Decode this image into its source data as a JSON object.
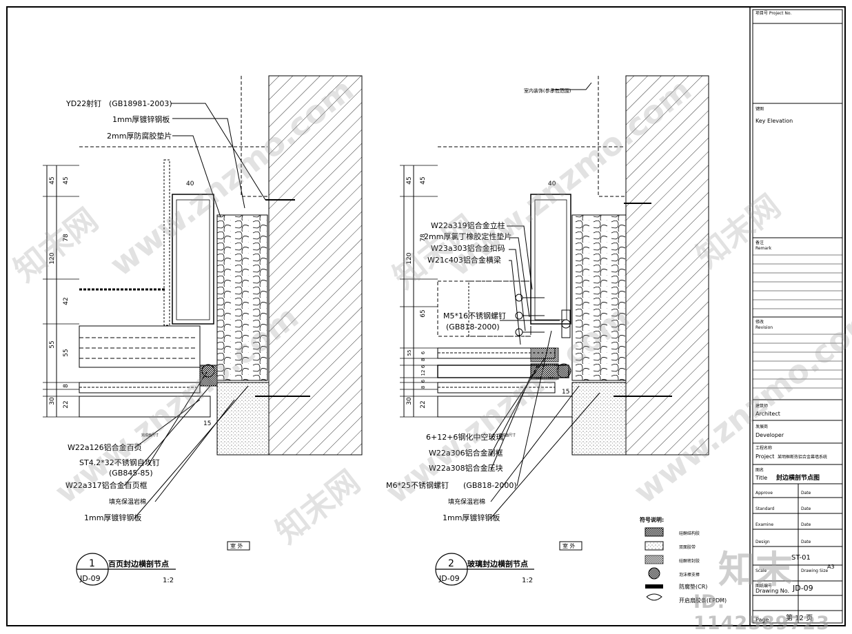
{
  "left_detail": {
    "dims_left": [
      "45",
      "45",
      "78",
      "120",
      "42",
      "55",
      "55",
      "8",
      "30",
      "22"
    ],
    "dim_top": "40",
    "dim_bottom": "15",
    "labels_top": [
      "YD22射钉",
      "(GB18981-2003)",
      "1mm厚镀锌钢板",
      "2mm厚防腐胶垫片"
    ],
    "labels_bottom": [
      "W22a126铝合金百页",
      "ST4.2*32不锈钢自攻钉",
      "(GB845-85)",
      "W22a317铝合金百页框",
      "填充保温岩棉",
      "1mm厚镀锌钢板"
    ],
    "floor_label": "完成面尺寸",
    "outdoor": "室 外",
    "section_no": "1",
    "sheet_ref": "JD-09",
    "title": "百页封边横剖节点",
    "scale": "1:2"
  },
  "right_detail": {
    "dims_left": [
      "45",
      "45",
      "78",
      "120",
      "65",
      "55",
      "6",
      "8",
      "6",
      "12",
      "6",
      "8",
      "30",
      "22"
    ],
    "dim_top": "40",
    "dim_bottom": "15",
    "label_top_right": "室内装饰(参承包范围)",
    "labels_mid": [
      "W22a319铝合金立柱",
      "2mm厚氯丁橡胶定性垫片",
      "W23a303铝合金扣码",
      "W21c403铝合金横梁",
      "M5*16不锈钢螺钉",
      "(GB818-2000)"
    ],
    "labels_bottom": [
      "6+12+6钢化中空玻璃",
      "W22a306铝合金副框",
      "W22a308铝合金压块",
      "(GB818-2000)",
      "填充保温岩棉",
      "1mm厚镀锌钢板"
    ],
    "label_screw": "M6*25不锈钢螺钉",
    "floor_label": "完成面尺寸",
    "outdoor": "室 外",
    "section_no": "2",
    "sheet_ref": "JD-09",
    "title": "玻璃封边横剖节点",
    "scale": "1:2"
  },
  "legend": {
    "title": "符号说明:",
    "items": [
      "硅酮结构胶",
      "双面胶带",
      "硅酮密封胶",
      "泡沫棒支棒",
      "防腐垫(CR)",
      "开启扇胶条(EPDM)"
    ]
  },
  "title_block": {
    "project_no": "项目号\nProject No.",
    "key_elevation_cn": "键图",
    "key_elevation_en": "Key Elevation",
    "remark_cn": "备注",
    "remark_en": "Remark",
    "revision_cn": "修改",
    "revision_en": "Revision",
    "architect_cn": "建筑师",
    "architect_en": "Architect",
    "developer_cn": "发展商",
    "developer_en": "Developer",
    "project_cn": "工程名称",
    "project_en": "Project",
    "project_value": "某明框断热铝合金幕墙系统",
    "title_cn": "图名",
    "title_en": "Title",
    "title_value": "封边横剖节点图",
    "approve": "Approve",
    "standard": "Standard",
    "examine": "Examine",
    "design": "Design",
    "date": "Date",
    "scale_label": "Scale",
    "scale_value": "ST-01",
    "drawing_size": "Drawing Size",
    "size_value": "A3",
    "drawing_no_cn": "图纸编号",
    "drawing_no_en": "Drawing No.",
    "drawing_no_value": "JD-09",
    "page_en": "Page",
    "page_value": "第 12 页"
  },
  "watermark": {
    "brand": "知末",
    "id": "ID: 1142589723",
    "site": "www.znzmo.com",
    "logo": "知末网"
  }
}
